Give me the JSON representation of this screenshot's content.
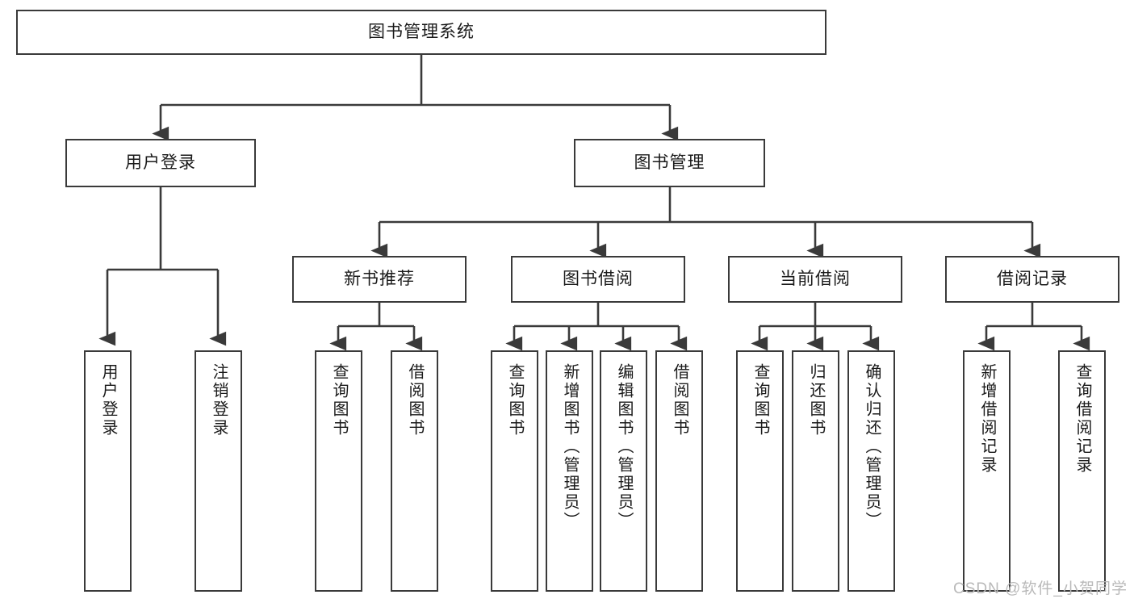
{
  "diagram": {
    "title": "图书管理系统",
    "type": "hierarchy-tree",
    "watermark": "CSDN @软件_小贺同学",
    "colors": {
      "background": "#ffffff",
      "box_border": "#3a3a3a",
      "connector": "#3a3a3a",
      "text": "#1a1a1a",
      "watermark": "#b9b9b9"
    },
    "levels": {
      "level1": [
        {
          "label": "图书管理系统"
        }
      ],
      "level2": [
        {
          "label": "用户登录"
        },
        {
          "label": "图书管理"
        }
      ],
      "level3": [
        {
          "label": "新书推荐"
        },
        {
          "label": "图书借阅"
        },
        {
          "label": "当前借阅"
        },
        {
          "label": "借阅记录"
        }
      ],
      "leaves": [
        {
          "label": "用户登录",
          "parent": "用户登录"
        },
        {
          "label": "注销登录",
          "parent": "用户登录"
        },
        {
          "label": "查询图书",
          "parent": "新书推荐"
        },
        {
          "label": "借阅图书",
          "parent": "新书推荐"
        },
        {
          "label": "查询图书",
          "parent": "图书借阅"
        },
        {
          "label": "新增图书（管理员）",
          "parent": "图书借阅"
        },
        {
          "label": "编辑图书（管理员）",
          "parent": "图书借阅"
        },
        {
          "label": "借阅图书",
          "parent": "图书借阅"
        },
        {
          "label": "查询图书",
          "parent": "当前借阅"
        },
        {
          "label": "归还图书",
          "parent": "当前借阅"
        },
        {
          "label": "确认归还（管理员）",
          "parent": "当前借阅"
        },
        {
          "label": "新增借阅记录",
          "parent": "借阅记录"
        },
        {
          "label": "查询借阅记录",
          "parent": "借阅记录"
        }
      ]
    }
  }
}
